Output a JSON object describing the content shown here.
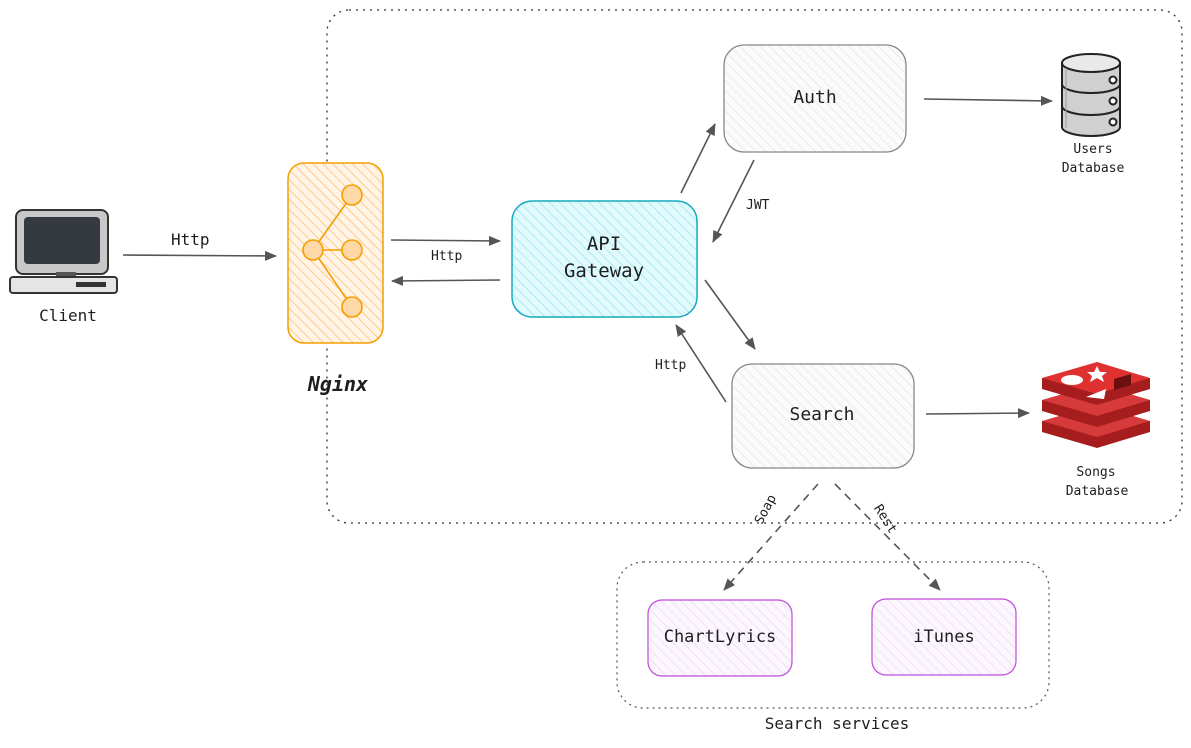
{
  "nodes": {
    "client": "Client",
    "nginx": "Nginx",
    "api_gateway_line1": "API",
    "api_gateway_line2": "Gateway",
    "auth": "Auth",
    "search": "Search",
    "users_db_line1": "Users",
    "users_db_line2": "Database",
    "songs_db_line1": "Songs",
    "songs_db_line2": "Database",
    "chartlyrics": "ChartLyrics",
    "itunes": "iTunes"
  },
  "groups": {
    "search_services": "Search services"
  },
  "edges": {
    "client_to_nginx": "Http",
    "nginx_gateway": "Http",
    "gateway_search": "Http",
    "auth_jwt": "JWT",
    "soap": "Soap",
    "rest": "Rest"
  },
  "colors": {
    "nginx_stroke": "#f08c00",
    "nginx_fill": "#ffd8a8",
    "gateway_stroke": "#0c8599",
    "gateway_fill": "#c5f0f5",
    "service_stroke": "#9c9c9c",
    "service_fill": "#f1f1f1",
    "external_stroke": "#9c36b5",
    "external_fill": "#f8f0fc",
    "redis": "#c92a2a"
  }
}
